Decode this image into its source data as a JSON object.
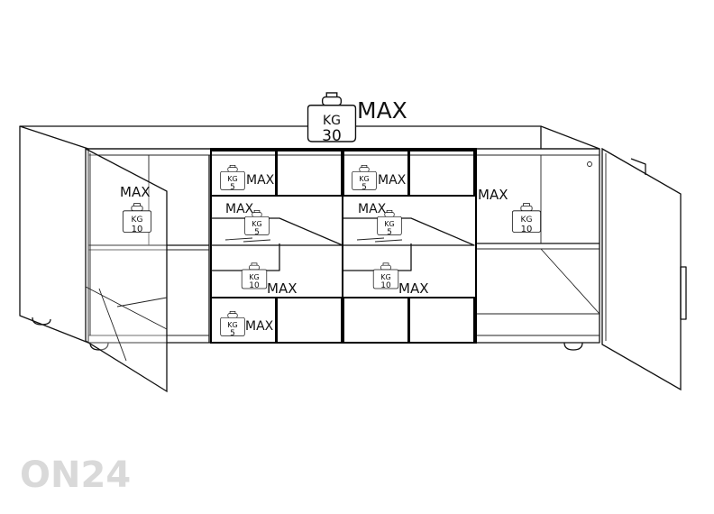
{
  "labels": {
    "max": "MAX",
    "unit": "KG"
  },
  "weights": {
    "top": "30",
    "door": "10",
    "drawer": "5",
    "shelf": "10"
  },
  "watermark": "ON24"
}
